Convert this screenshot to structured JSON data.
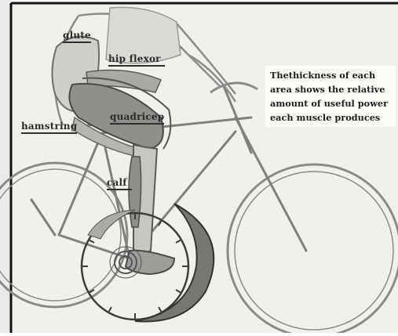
{
  "labels": {
    "glute": "glute",
    "hip_flexor": "hip flexor",
    "quadricep": "quadricep",
    "hamstring": "hamstring",
    "calf": "calf"
  },
  "note": {
    "lines": [
      "Thethickness of each",
      "area shows the relative",
      "amount of useful power",
      "each muscle produces"
    ]
  },
  "colors": {
    "paper": "#f1f1ec",
    "pencil": "#7a7a7a",
    "pencil_dark": "#3d3d3d",
    "shade": "#9a9a9a",
    "frame": "#111111"
  }
}
